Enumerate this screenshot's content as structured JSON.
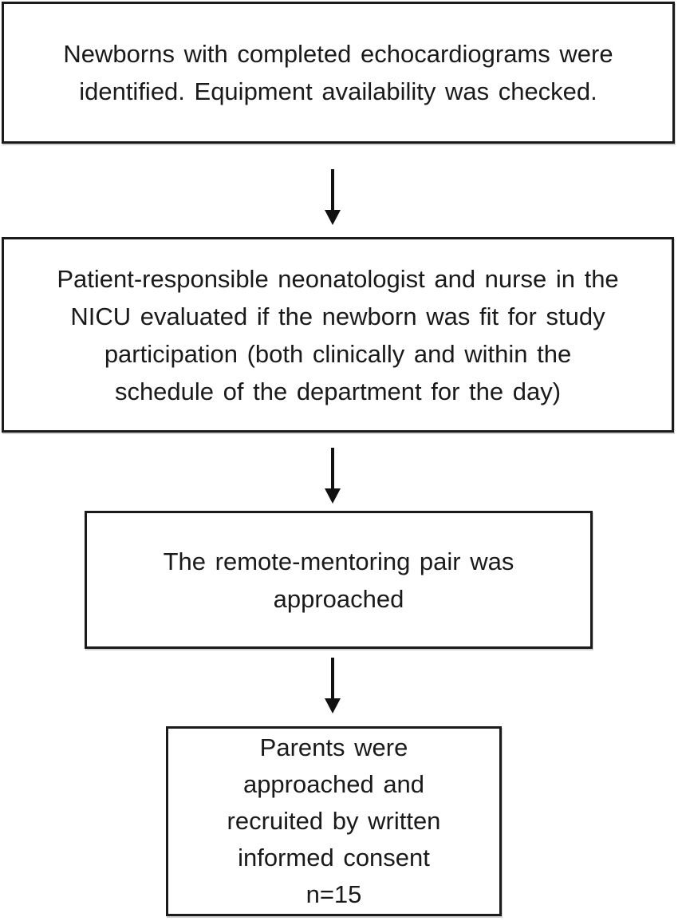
{
  "figure": {
    "type": "flowchart",
    "direction": "top-down",
    "step_count": 4
  },
  "colors": {
    "background": "#ffffff",
    "box_fill": "#ffffff",
    "box_border": "#1b1b1b",
    "text": "#1a1a1a",
    "arrow": "#111111"
  },
  "boxes": [
    {
      "id": "step-1",
      "text": "Newborns with completed echocardiograms were identified. Equipment availability was checked.",
      "lines": [
        "Newborns with completed echocardiograms were",
        "identified. Equipment availability was checked."
      ]
    },
    {
      "id": "step-2",
      "text": "Patient-responsible neonatologist and nurse in the NICU evaluated if the newborn was fit for study participation (both clinically and within the schedule of the department for the day)",
      "lines": [
        "Patient-responsible neonatologist and nurse in the",
        "NICU evaluated if the newborn was fit for study",
        "participation (both clinically and within the",
        "schedule of the department for the day)"
      ]
    },
    {
      "id": "step-3",
      "text": "The remote-mentoring pair was approached",
      "lines": [
        "The remote-mentoring pair was",
        "approached"
      ]
    },
    {
      "id": "step-4",
      "text": "Parents were approached and recruited by written informed consent n=15",
      "lines": [
        "Parents were",
        "approached and",
        "recruited by written",
        "informed consent",
        "n=15"
      ],
      "sample_size": "n=15"
    }
  ],
  "connectors": [
    {
      "from": "step-1",
      "to": "step-2",
      "icon": "down-arrow-icon"
    },
    {
      "from": "step-2",
      "to": "step-3",
      "icon": "down-arrow-icon"
    },
    {
      "from": "step-3",
      "to": "step-4",
      "icon": "down-arrow-icon"
    }
  ]
}
